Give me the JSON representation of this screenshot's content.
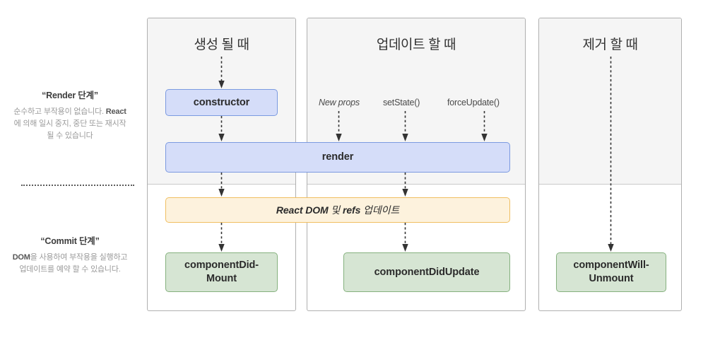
{
  "legend": [
    {
      "id": "render",
      "title": "“Render 단계”",
      "desc_pre": "순수하고 부작용이 없습니다. ",
      "desc_strong": "React",
      "desc_post": "에 의해 일시 중지, 중단 또는 재시작 될 수 있습니다"
    },
    {
      "id": "commit",
      "title": "“Commit 단계”",
      "desc_pre": "",
      "desc_strong": "DOM",
      "desc_post": "을 사용하여 부작용을 실행하고 업데이트를 예약 할 수 있습니다."
    }
  ],
  "columns": {
    "mount": {
      "header": "생성 될 때"
    },
    "update": {
      "header": "업데이트 할 때"
    },
    "unmount": {
      "header": "제거 할 때"
    }
  },
  "triggers": {
    "new_props": "New props",
    "set_state": "setState()",
    "force_update": "forceUpdate()"
  },
  "nodes": {
    "constructor": "constructor",
    "render": "render",
    "react_dom_pre": "React DOM ",
    "react_dom_mid": "및 ",
    "react_dom_refs": "refs",
    "react_dom_post": " 업데이트",
    "component_did_mount": "componentDid-\nMount",
    "component_did_update": "componentDidUpdate",
    "component_will_unmount": "componentWill-\nUnmount"
  },
  "colors": {
    "render_phase_bg": "#f5f5f5",
    "blue_fill": "#d5ddf9",
    "blue_border": "#7b9ae0",
    "cream_fill": "#fdf2dd",
    "cream_border": "#f0bf62",
    "green_fill": "#d6e5d3",
    "green_border": "#85b17e",
    "column_border": "#b0b0b0",
    "arrow": "#333333"
  }
}
